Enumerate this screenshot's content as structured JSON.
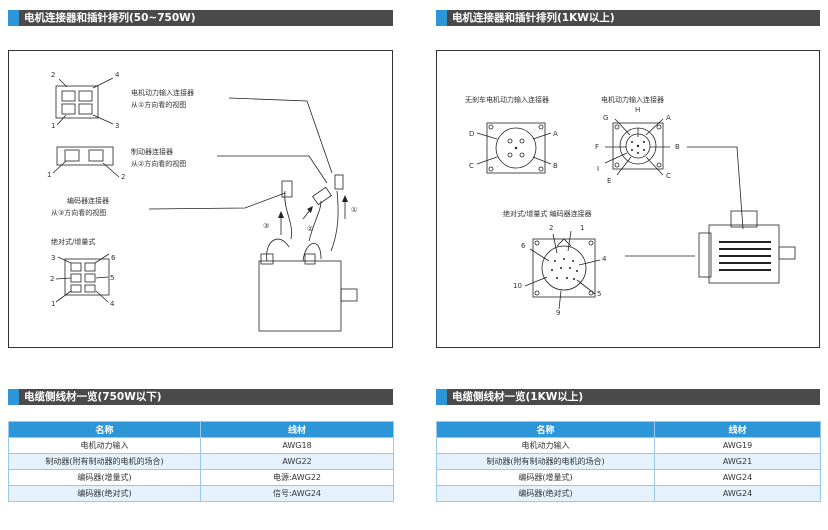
{
  "sections": {
    "motor_small": "电机连接器和插针排列(50~750W)",
    "motor_large": "电机连接器和插针排列(1KW以上)",
    "cable_small": "电缆侧线材一览(750W以下)",
    "cable_large": "电缆侧线材一览(1KW以上)"
  },
  "left_diagram": {
    "power_connector": "电机动力输入连接器",
    "power_view": "从①方向看的视图",
    "brake_connector": "制动器连接器",
    "brake_view": "从②方向看的视图",
    "encoder_connector": "编码器连接器",
    "encoder_view": "从③方向看的视图",
    "abs_inc": "绝对式/增量式",
    "pins_power": [
      "2",
      "4",
      "1",
      "3"
    ],
    "pins_brake": [
      "1",
      "2"
    ],
    "pins_encoder": [
      "3",
      "6",
      "2",
      "5",
      "1",
      "4"
    ],
    "arrows": [
      "①",
      "②",
      "③"
    ]
  },
  "right_diagram": {
    "no_brake_power": "无刹车电机动力输入连接器",
    "power_connector": "电机动力输入连接器",
    "encoder_connector": "绝对式/增量式 编码器连接器",
    "pins_4": [
      "D",
      "A",
      "C",
      "B"
    ],
    "pins_8": [
      "H",
      "G",
      "A",
      "F",
      "B",
      "I",
      "E",
      "C"
    ],
    "pins_enc": [
      "2",
      "1",
      "6",
      "4",
      "10",
      "5",
      "9"
    ]
  },
  "table_small": {
    "headers": [
      "名称",
      "线材"
    ],
    "rows": [
      [
        "电机动力输入",
        "AWG18"
      ],
      [
        "制动器(附有制动器的电机的场合)",
        "AWG22"
      ],
      [
        "编码器(增量式)",
        "电源:AWG22"
      ],
      [
        "编码器(绝对式)",
        "信号:AWG24"
      ]
    ]
  },
  "table_large": {
    "headers": [
      "名称",
      "线材"
    ],
    "rows": [
      [
        "电机动力输入",
        "AWG19"
      ],
      [
        "制动器(附有制动器的电机的场合)",
        "AWG21"
      ],
      [
        "编码器(增量式)",
        "AWG24"
      ],
      [
        "编码器(绝对式)",
        "AWG24"
      ]
    ]
  }
}
